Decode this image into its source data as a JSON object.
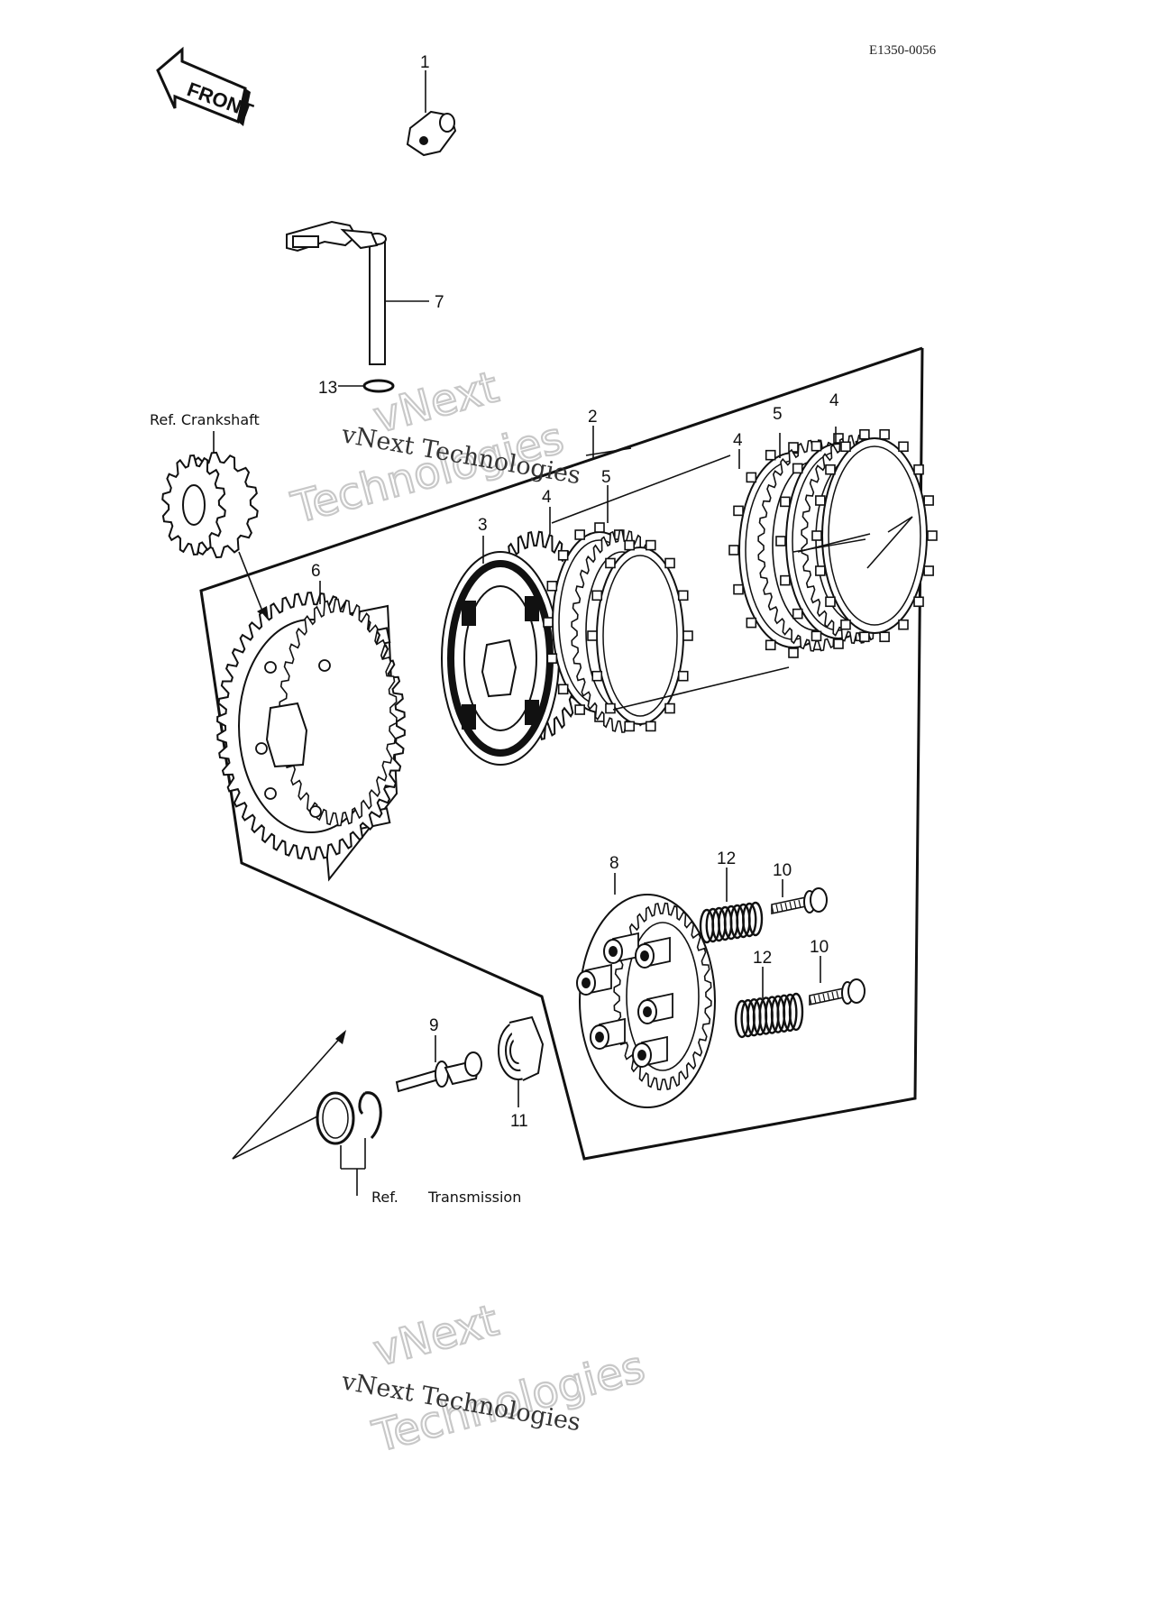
{
  "drawing_code": "E1350-0056",
  "front_label": "FRONT",
  "callouts": {
    "c1": "1",
    "c2": "2",
    "c3": "3",
    "c4a": "4",
    "c4b": "4",
    "c4c": "4",
    "c5a": "5",
    "c5b": "5",
    "c6": "6",
    "c7": "7",
    "c8": "8",
    "c9": "9",
    "c10a": "10",
    "c10b": "10",
    "c11": "11",
    "c12a": "12",
    "c12b": "12",
    "c13": "13"
  },
  "refs": {
    "crankshaft": "Ref. Crankshaft",
    "ref": "Ref.",
    "transmission": "Transmission"
  },
  "watermarks": {
    "line1": "vNext Technologies",
    "outline1a": "vNext",
    "outline1b": "Technologies",
    "line2": "vNext Technologies",
    "outline2a": "vNext",
    "outline2b": "Technologies"
  }
}
